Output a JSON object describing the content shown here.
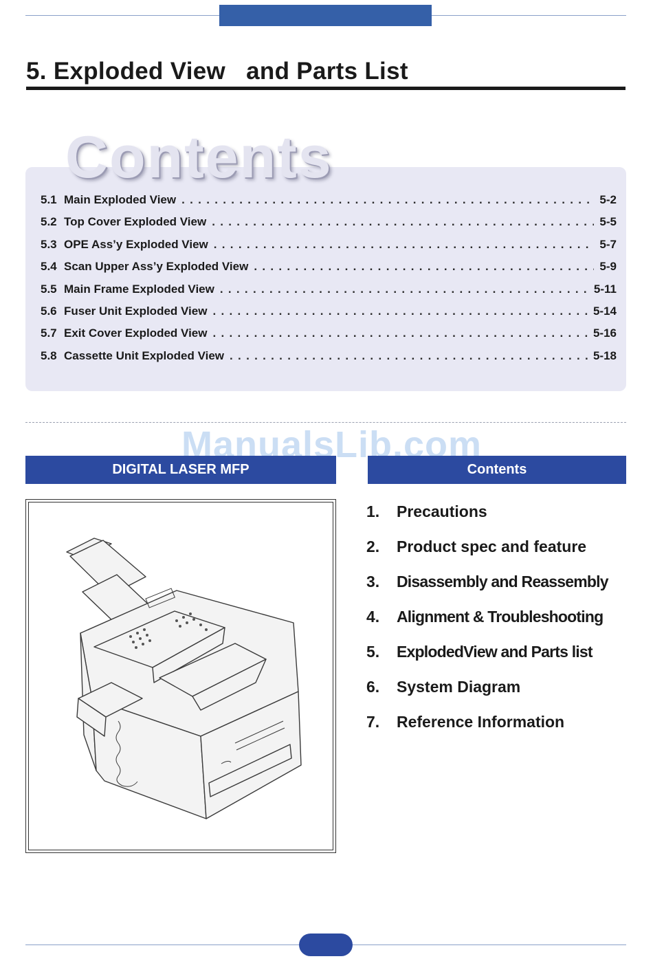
{
  "header": {
    "title": "5. Exploded View   and Parts List"
  },
  "toc": {
    "heading": "Contents",
    "items": [
      {
        "num": "5.1",
        "title": "Main Exploded View",
        "page": "5-2"
      },
      {
        "num": "5.2",
        "title": "Top Cover Exploded View",
        "page": "5-5"
      },
      {
        "num": "5.3",
        "title": "OPE Ass’y Exploded View",
        "page": "5-7"
      },
      {
        "num": "5.4",
        "title": "Scan Upper Ass’y Exploded View",
        "page": "5-9"
      },
      {
        "num": "5.5",
        "title": "Main Frame Exploded View",
        "page": "5-11"
      },
      {
        "num": "5.6",
        "title": "Fuser Unit Exploded View",
        "page": "5-14"
      },
      {
        "num": "5.7",
        "title": "Exit Cover Exploded View",
        "page": "5-16"
      },
      {
        "num": "5.8",
        "title": "Cassette Unit Exploded View",
        "page": "5-18"
      }
    ]
  },
  "watermark": "ManualsLib.com",
  "left_panel": {
    "title": "DIGITAL LASER MFP",
    "image_icon": "printer-illustration"
  },
  "right_panel": {
    "title": "Contents",
    "chapters": [
      {
        "num": "1.",
        "label": "Precautions"
      },
      {
        "num": "2.",
        "label": "Product spec and feature"
      },
      {
        "num": "3.",
        "label": "Disassembly and Reassembly"
      },
      {
        "num": "4.",
        "label": "Alignment & Troubleshooting"
      },
      {
        "num": "5.",
        "label": "ExplodedView and Parts list"
      },
      {
        "num": "6.",
        "label": "System Diagram"
      },
      {
        "num": "7.",
        "label": "Reference Information"
      }
    ]
  },
  "colors": {
    "accent": "#2c4aa0",
    "toc_background": "#e8e8f4",
    "rule": "#1a1a1a"
  }
}
